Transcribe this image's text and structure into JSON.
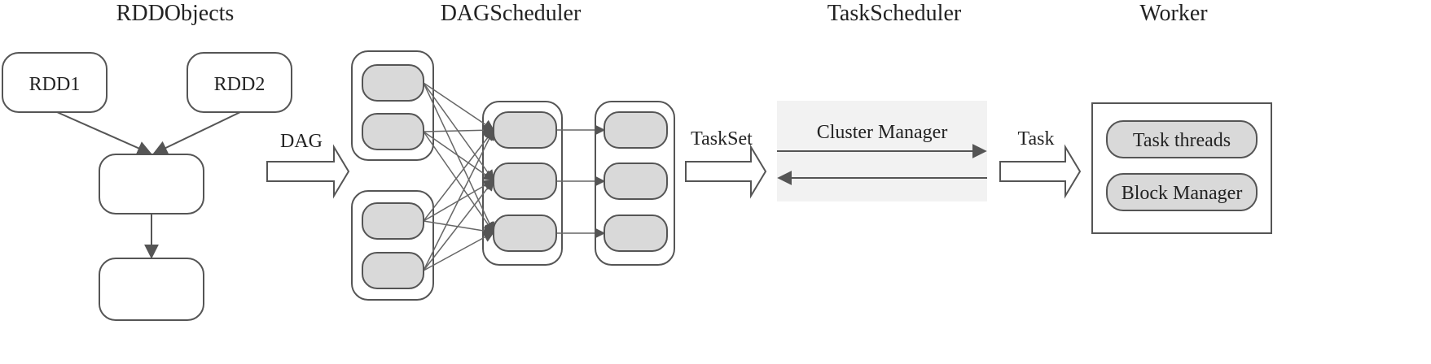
{
  "headers": {
    "rdd_objects": "RDDObjects",
    "dag_scheduler": "DAGScheduler",
    "task_scheduler": "TaskScheduler",
    "worker": "Worker"
  },
  "rdd_objects": {
    "rdd1": "RDD1",
    "rdd2": "RDD2"
  },
  "arrows": {
    "dag": "DAG",
    "taskset": "TaskSet",
    "task": "Task"
  },
  "task_scheduler": {
    "cluster_manager": "Cluster Manager"
  },
  "worker": {
    "task_threads": "Task threads",
    "block_manager": "Block Manager"
  },
  "colors": {
    "stroke": "#555555",
    "task_fill": "#d9d9d9",
    "panel_fill": "#f2f2f2",
    "text": "#222222"
  }
}
